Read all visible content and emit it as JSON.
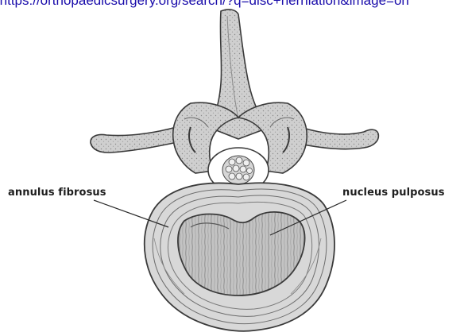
{
  "caption": {
    "text": "(https://orthopaedicsurgery.org/search/?q=disc+herniation&image=on"
  },
  "diagram": {
    "labels": {
      "annulus": "annulus fibrosus",
      "nucleus": "nucleus pulposus"
    },
    "colors": {
      "bone_fill": "#c9c9c9",
      "bone_shade": "#9a9a9a",
      "outline": "#3a3a3a",
      "disc_ring": "#6d6d6d",
      "nucleus_fill": "#b8b8b8",
      "leader_line": "#2a2a2a"
    }
  }
}
